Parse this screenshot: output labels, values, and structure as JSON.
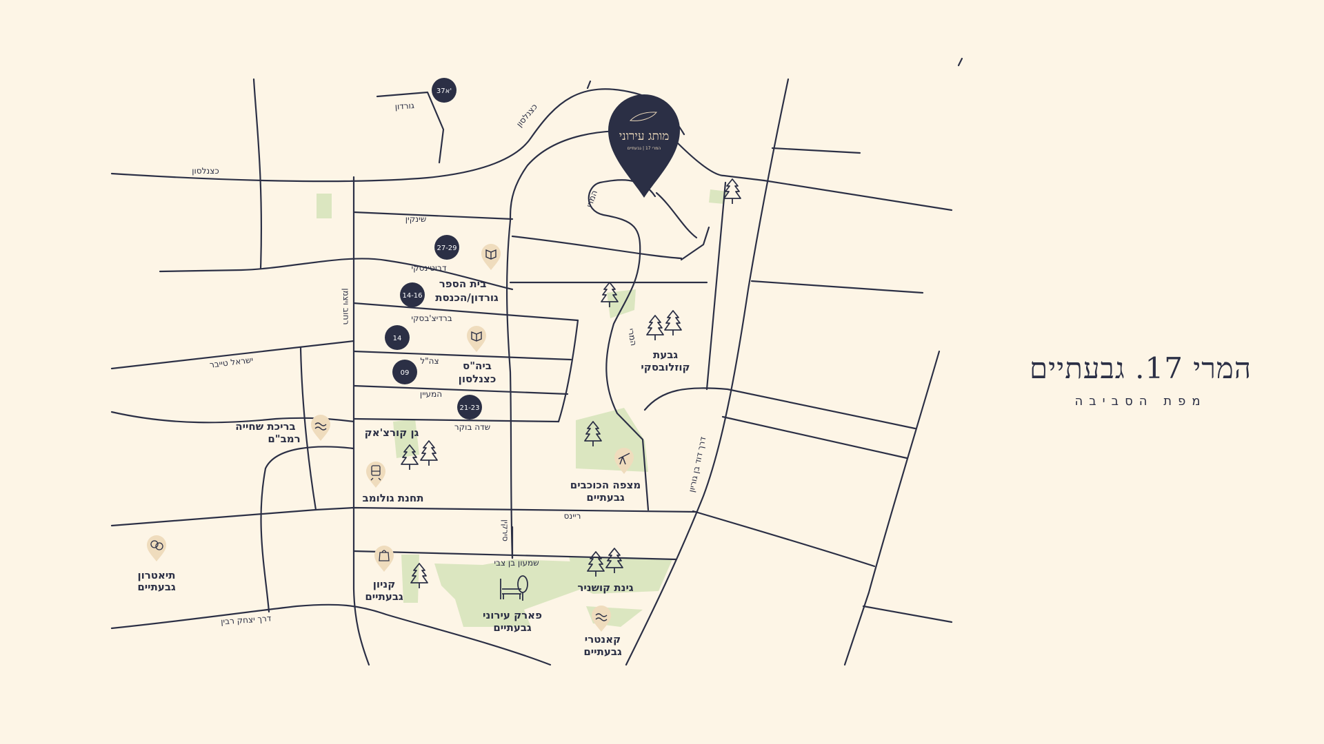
{
  "title": "המרי 17. גבעתיים",
  "subtitle": "מפת הסביבה",
  "pin": {
    "brand": "מותג עירוני",
    "tagline": "המרי 17 | גבעתיים"
  },
  "colors": {
    "background": "#fdf5e6",
    "road": "#2b2f45",
    "park": "#dbe6c0",
    "badge": "#2b2f45",
    "poi_marker": "#efdcbd"
  },
  "streets": {
    "gordon": "גורדון",
    "katznelson_top": "כצנלסון",
    "katznelson_left": "כצנלסון",
    "shenkin": "שינקין",
    "dubotinski": "דבוטינסקי",
    "berdichevski": "ברדיצ'בסקי",
    "tzahal": "צה\"ל",
    "hamaayan": "המעיין",
    "sde_boker": "שדה בוקר",
    "israel_taiber": "ישראל טייבר",
    "weizmann": "רחוב ויצמן",
    "hameri_top": "המרי",
    "hameri_mid": "המרי",
    "reines": "ריינס",
    "ben_gurion": "דרך דוד בן גוריון",
    "shimon_ben_tzvi": "שמעון בן צבי",
    "sirkin": "סירקין",
    "yitzhak_rabin": "דרך יצחק רבין"
  },
  "badges": [
    "37א'",
    "27-29",
    "14-16",
    "14",
    "09",
    "21-23"
  ],
  "places": {
    "school_gordon": [
      "בית הספר",
      "גורדון/הכנסת"
    ],
    "school_katznelson": [
      "ביה\"ס",
      "כצנלסון"
    ],
    "kozlovski": [
      "גבעת",
      "קוזלובסקי"
    ],
    "korczak": [
      "גן קורצ'אק"
    ],
    "pool": [
      "בריכת שחייה",
      "רמב\"ם"
    ],
    "golomb_station": [
      "תחנת גולומב"
    ],
    "observatory": [
      "מצפה הכוכבים",
      "גבעתיים"
    ],
    "theater": [
      "תיאטרון",
      "גבעתיים"
    ],
    "mall": [
      "קניון",
      "גבעתיים"
    ],
    "park_ironi": [
      "פארק עירוני",
      "גבעתיים"
    ],
    "ginat_koshnir": [
      "גינת קושניר"
    ],
    "country": [
      "קאנטרי",
      "גבעתיים"
    ]
  }
}
